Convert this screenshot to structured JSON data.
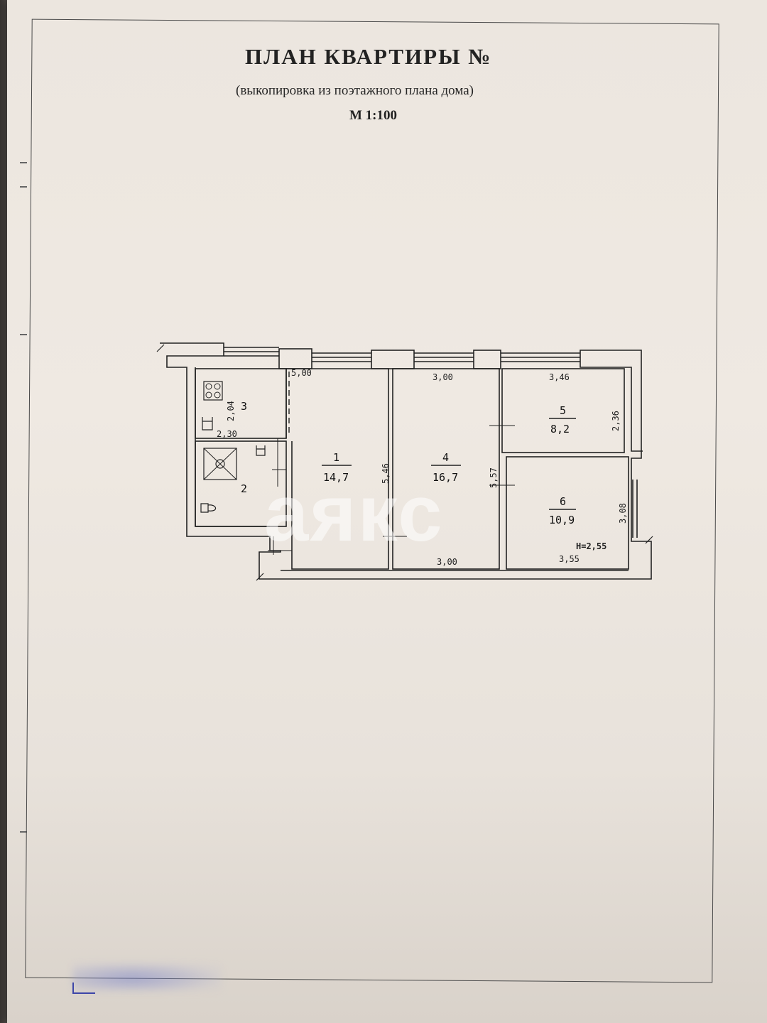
{
  "document": {
    "title": "ПЛАН КВАРТИРЫ №",
    "subtitle": "(выкопировка из поэтажного плана дома)",
    "scale": "М 1:100",
    "watermark": "аякс"
  },
  "rooms": [
    {
      "number": "1",
      "area": "14,7"
    },
    {
      "number": "2"
    },
    {
      "number": "3"
    },
    {
      "number": "4",
      "area": "16,7"
    },
    {
      "number": "5",
      "area": "8,2"
    },
    {
      "number": "6",
      "area": "10,9"
    }
  ],
  "dimensions": {
    "room1_width": "5,00",
    "room1_height": "5,46",
    "room3_height": "2,04",
    "room3_width": "2,30",
    "room4_top": "3,00",
    "room4_height": "5,57",
    "room4_bottom": "3,00",
    "room5_width": "3,46",
    "room5_height": "2,36",
    "room6_height": "3,08",
    "room6_bottom": "3,55",
    "ceiling_height": "H=2,55"
  }
}
